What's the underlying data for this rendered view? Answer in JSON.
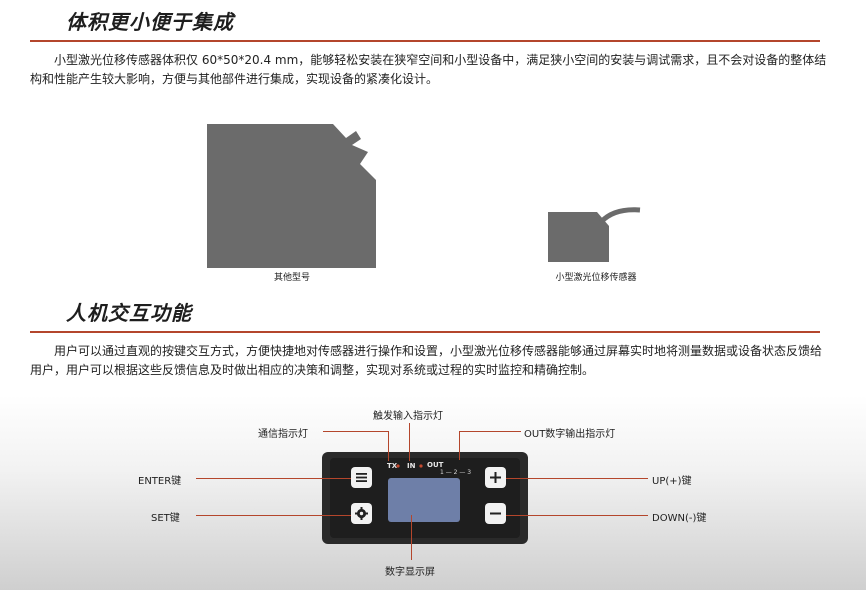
{
  "section1": {
    "title": "体积更小便于集成",
    "paragraph": "小型激光位移传感器体积仅 60*50*20.4 mm，能够轻松安装在狭窄空间和小型设备中，满足狭小空间的安装与调试需求，且不会对设备的整体结构和性能产生较大影响，方便与其他部件进行集成，实现设备的紧凑化设计。",
    "figure": {
      "left_caption": "其他型号",
      "right_caption": "小型激光位移传感器"
    }
  },
  "section2": {
    "title": "人机交互功能",
    "paragraph": "用户可以通过直观的按键交互方式，方便快捷地对传感器进行操作和设置，小型激光位移传感器能够通过屏幕实时地将测量数据或设备状态反馈给用户，用户可以根据这些反馈信息及时做出相应的决策和调整，实现对系统或过程的实时监控和精确控制。",
    "diagram": {
      "labels": {
        "trigger_input": "触发输入指示灯",
        "comm_indicator": "通信指示灯",
        "out_indicator": "OUT数字输出指示灯",
        "enter_key": "ENTER键",
        "set_key": "SET键",
        "up_key": "UP(+)键",
        "down_key": "DOWN(-)键",
        "display": "数字显示屏"
      },
      "device_marks": {
        "tx": "TX",
        "in": "IN",
        "out": "OUT",
        "out_channels": "1 — 2 — 3"
      }
    }
  },
  "colors": {
    "accent": "#b4462c",
    "shape_gray": "#6b6b6b"
  },
  "icons": [
    "menu-icon",
    "gear-icon",
    "plus-icon",
    "minus-icon"
  ]
}
